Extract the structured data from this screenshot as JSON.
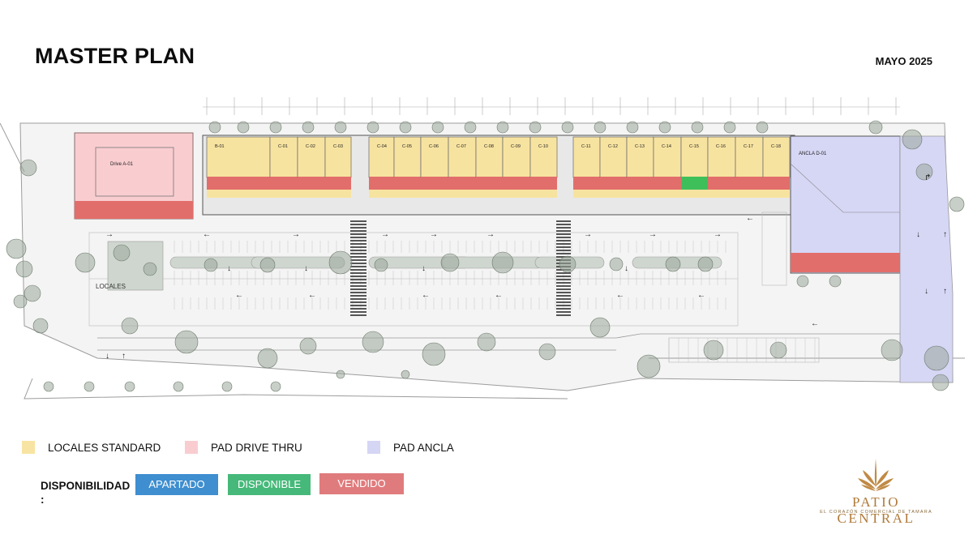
{
  "header": {
    "title": "MASTER PLAN",
    "date": "MAYO 2025"
  },
  "plan": {
    "drive_label": "Drive A-01",
    "anchor_label": "ANCLA D-01",
    "locales_label": "LOCALES",
    "units": [
      {
        "id": "B-01",
        "status": "vendido"
      },
      {
        "id": "C-01",
        "status": "vendido"
      },
      {
        "id": "C-02",
        "status": "vendido"
      },
      {
        "id": "C-03",
        "status": "vendido"
      },
      {
        "id": "C-04",
        "status": "vendido"
      },
      {
        "id": "C-05",
        "status": "vendido"
      },
      {
        "id": "C-06",
        "status": "vendido"
      },
      {
        "id": "C-07",
        "status": "vendido"
      },
      {
        "id": "C-08",
        "status": "vendido"
      },
      {
        "id": "C-09",
        "status": "vendido"
      },
      {
        "id": "C-10",
        "status": "vendido"
      },
      {
        "id": "C-11",
        "status": "vendido"
      },
      {
        "id": "C-12",
        "status": "vendido"
      },
      {
        "id": "C-13",
        "status": "vendido"
      },
      {
        "id": "C-14",
        "status": "vendido"
      },
      {
        "id": "C-15",
        "status": "disponible"
      },
      {
        "id": "C-16",
        "status": "vendido"
      },
      {
        "id": "C-17",
        "status": "vendido"
      },
      {
        "id": "C-18",
        "status": "vendido"
      }
    ]
  },
  "legend": {
    "standard": {
      "label": "LOCALES STANDARD",
      "color": "#f8e4a2"
    },
    "drive": {
      "label": "PAD DRIVE THRU",
      "color": "#f9cdd0"
    },
    "anchor": {
      "label": "PAD ANCLA",
      "color": "#d5d5f4"
    }
  },
  "availability": {
    "label": "DISPONIBILIDAD\n:",
    "apartado": {
      "label": "APARTADO",
      "color": "#3e8ed0"
    },
    "disponible": {
      "label": "DISPONIBLE",
      "color": "#46b97a"
    },
    "vendido": {
      "label": "VENDIDO",
      "color": "#e07b7d"
    }
  },
  "colors": {
    "standard_fill": "#f7e3a0",
    "drive_fill": "#f9cdd0",
    "anchor_fill": "#d6d6f5",
    "vendido_band": "#e26e6b",
    "disponible_band": "#3fbf5a",
    "tree": "#9aa79a"
  },
  "logo": {
    "name": "PATIO CENTRAL",
    "tagline": "EL CORAZÓN COMERCIAL DE TAMARA"
  }
}
